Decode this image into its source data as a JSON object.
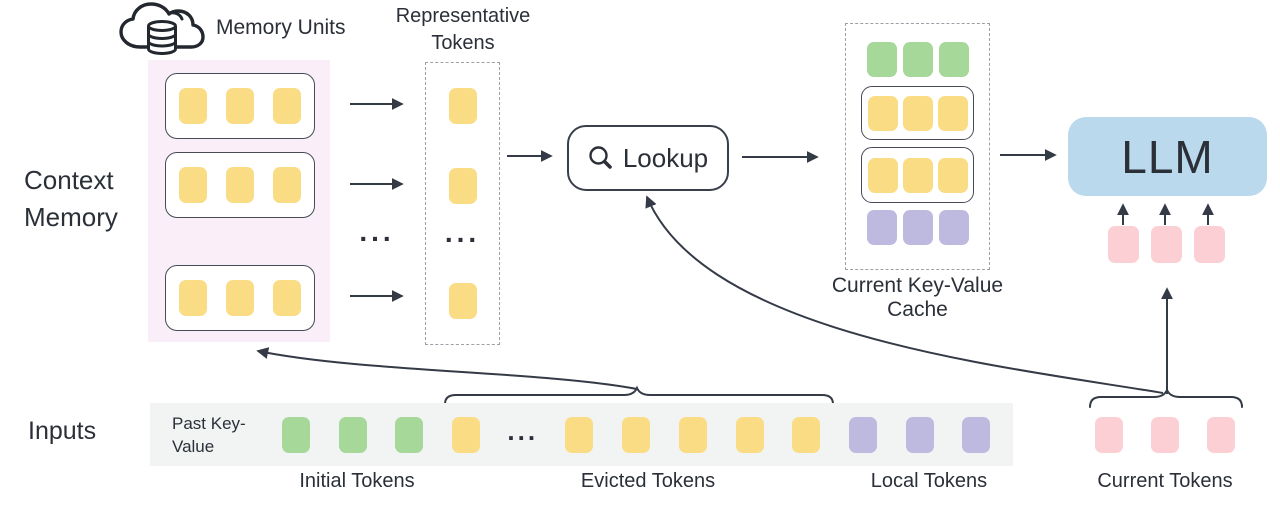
{
  "labels": {
    "context_memory": "Context Memory",
    "inputs": "Inputs",
    "memory_units": "Memory Units",
    "representative_tokens": "Representative Tokens",
    "lookup": "Lookup",
    "current_kv_cache": "Current Key-Value Cache",
    "llm": "LLM",
    "past_key_value": "Past Key-Value",
    "initial_tokens": "Initial Tokens",
    "evicted_tokens": "Evicted Tokens",
    "local_tokens": "Local Tokens",
    "current_tokens": "Current Tokens",
    "ellipsis": "..."
  },
  "colors": {
    "yellow_token": "#FADC85",
    "green_token": "#A6D89A",
    "purple_token": "#BEB9DF",
    "pink_token": "#FBCFD4",
    "llm_fill": "#BBD9EC",
    "memory_panel_fill": "#FAEEF8",
    "input_strip_fill": "#F2F4F4",
    "line": "#343A46"
  },
  "token_groups": {
    "memory_row": {
      "count": 3,
      "color": "#FADC85",
      "w": 28,
      "h": 36,
      "name": "memory-unit-token"
    },
    "rep_token": {
      "count": 1,
      "color": "#FADC85",
      "w": 28,
      "h": 36,
      "name": "representative-token"
    },
    "cache_green": {
      "count": 3,
      "color": "#A6D89A",
      "w": 30,
      "h": 35,
      "name": "initial-token"
    },
    "cache_yellow": {
      "count": 3,
      "color": "#FADC85",
      "w": 30,
      "h": 35,
      "name": "retrieved-memory-token"
    },
    "cache_purple": {
      "count": 3,
      "color": "#BEB9DF",
      "w": 30,
      "h": 35,
      "name": "local-token"
    },
    "llm_pink": {
      "count": 3,
      "color": "#FBCFD4",
      "w": 31,
      "h": 37,
      "name": "current-token"
    },
    "strip_green": {
      "count": 3,
      "color": "#A6D89A",
      "w": 28,
      "h": 36,
      "name": "initial-token"
    },
    "strip_yellow_head": {
      "count": 1,
      "color": "#FADC85",
      "w": 28,
      "h": 36,
      "name": "evicted-token"
    },
    "strip_yellow_tail": {
      "count": 5,
      "color": "#FADC85",
      "w": 28,
      "h": 36,
      "name": "evicted-token"
    },
    "strip_purple": {
      "count": 3,
      "color": "#BEB9DF",
      "w": 28,
      "h": 36,
      "name": "local-token"
    },
    "current_pink": {
      "count": 3,
      "color": "#FBCFD4",
      "w": 28,
      "h": 36,
      "name": "current-token"
    }
  }
}
